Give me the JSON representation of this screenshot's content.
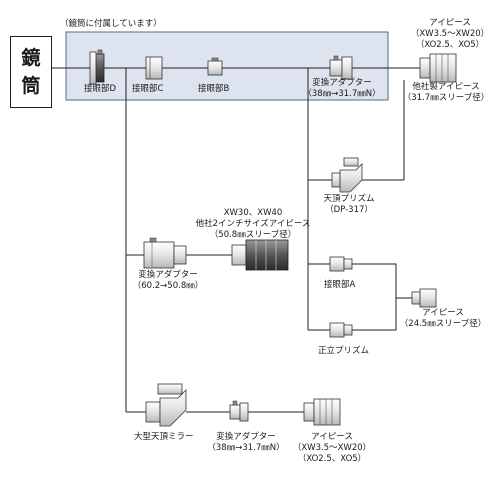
{
  "telescope": {
    "char1": "鏡",
    "char2": "筒"
  },
  "included_group": {
    "caption": "（鏡筒に付属しています）"
  },
  "labels": {
    "eyepiece_adapter_d": "接眼部D",
    "eyepiece_adapter_c": "接眼部C",
    "eyepiece_adapter_b": "接眼部B",
    "conv_adapter_top": [
      "変換アダプター",
      "（38㎜→31.7㎜N）"
    ],
    "eyepiece_top": [
      "アイピース",
      "（XW3.5～XW20）",
      "（XO2.5、XO5）"
    ],
    "other_eyepiece": [
      "他社製アイピース",
      "（31.7㎜スリーブ径）"
    ],
    "zenith_prism": [
      "天頂プリズム",
      "（DP-317）"
    ],
    "xw_eyepiece_2in": [
      "XW30、XW40",
      "他社2インチサイズアイピース",
      "（50.8㎜スリーブ径）"
    ],
    "conv_adapter_mid": [
      "変換アダプター",
      "（60.2→50.8㎜）"
    ],
    "eyepiece_adapter_a": "接眼部A",
    "eyepiece_245": [
      "アイピース",
      "（24.5㎜スリーブ径）"
    ],
    "erecting_prism": "正立プリズム",
    "large_zenith_mirror": "大型天頂ミラー",
    "conv_adapter_bottom": [
      "変換アダプター",
      "（38㎜→31.7㎜N）"
    ],
    "eyepiece_bottom": [
      "アイピース",
      "（XW3.5～XW20）",
      "（XO2.5、XO5）"
    ]
  },
  "colors": {
    "group_fill": "#dde3ef",
    "group_stroke": "#5a6a8a",
    "line": "#222222",
    "part_fill": "#f2f2f2",
    "part_stroke": "#333333"
  }
}
